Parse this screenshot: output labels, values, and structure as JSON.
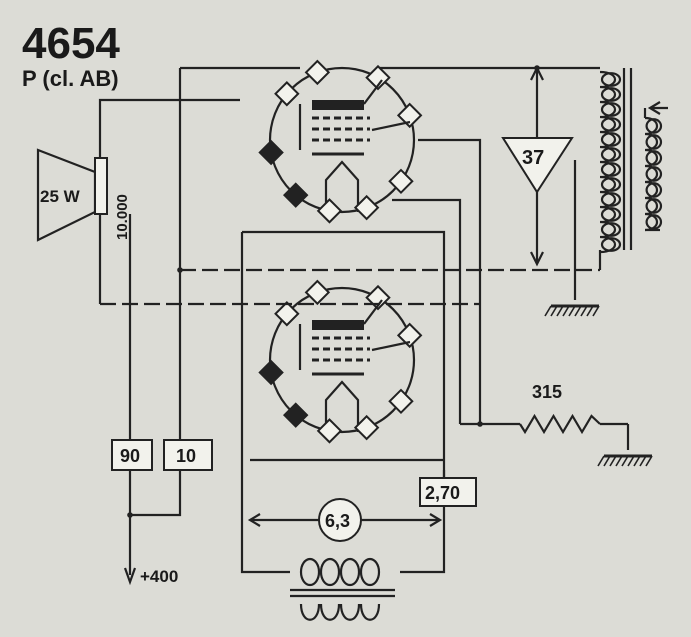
{
  "title": "4654",
  "subtitle": "P (cl. AB)",
  "speaker": {
    "power": "25 W",
    "impedance": "10.000"
  },
  "transformer_feedback": "37",
  "resistors": [
    {
      "value": "315"
    },
    {
      "value": "90"
    },
    {
      "value": "10"
    },
    {
      "value": "2,70"
    }
  ],
  "heater_voltage": "6,3",
  "supply_voltage": "+400"
}
